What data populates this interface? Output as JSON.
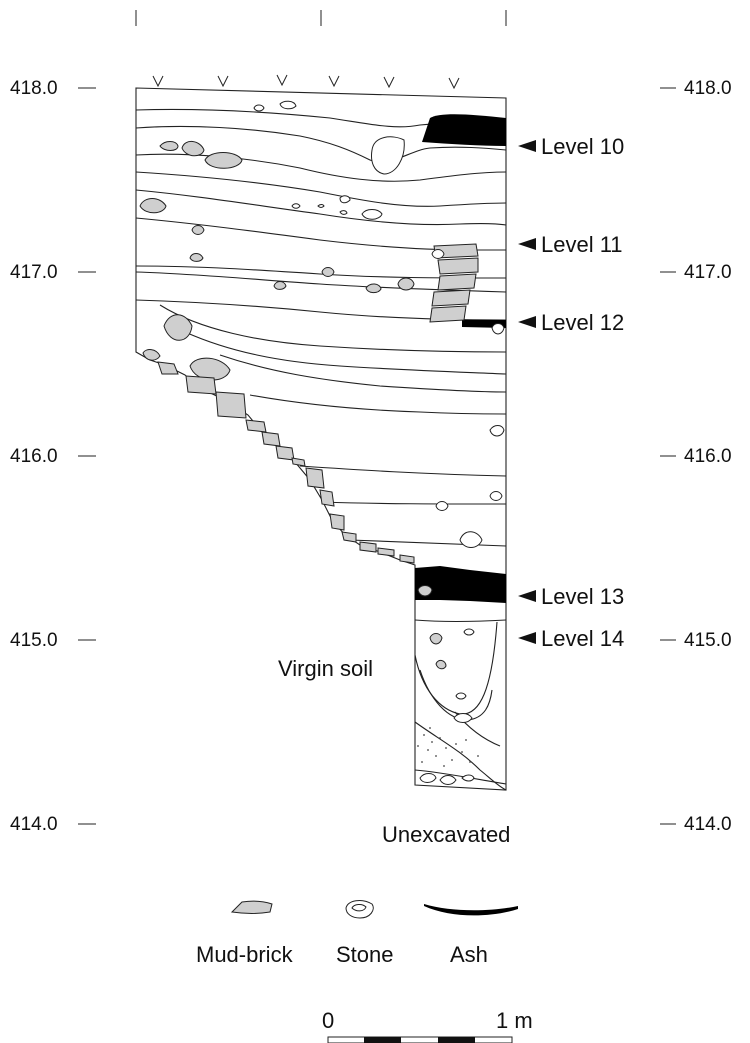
{
  "elevations": {
    "left": [
      "418.0",
      "417.0",
      "416.0",
      "415.0",
      "414.0"
    ],
    "right": [
      "418.0",
      "417.0",
      "416.0",
      "415.0",
      "414.0"
    ]
  },
  "levels": [
    "Level 10",
    "Level 11",
    "Level 12",
    "Level 13",
    "Level 14"
  ],
  "notes": {
    "virgin_soil": "Virgin soil",
    "unexcavated": "Unexcavated"
  },
  "legend": {
    "mudbrick": "Mud-brick",
    "stone": "Stone",
    "ash": "Ash"
  },
  "scale": {
    "start": "0",
    "end": "1 m"
  },
  "colors": {
    "mudbrick_fill": "#cfcfcf",
    "ash_fill": "#000000",
    "line": "#222222"
  }
}
